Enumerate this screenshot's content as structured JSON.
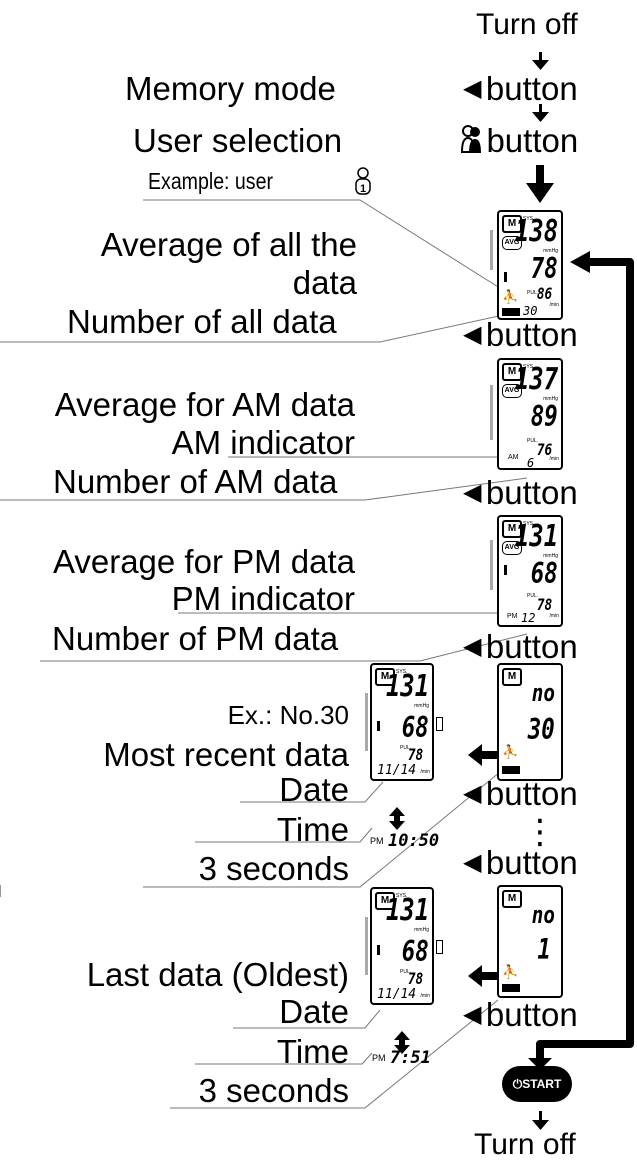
{
  "right_column": {
    "turn_off_top": "Turn off",
    "button_label": "button",
    "left_button_glyph": "◀",
    "user_button_glyph": "👤",
    "dots": "⋮",
    "start_label": "START",
    "turn_off_bottom": "Turn off"
  },
  "labels": {
    "memory_mode": "Memory mode",
    "user_selection": "User selection",
    "example_user": "Example: user",
    "avg_all_1": "Average of all the",
    "avg_all_2": "data",
    "number_all": "Number of all data",
    "avg_am": "Average for AM data",
    "am_indicator": "AM indicator",
    "number_am": "Number of AM data",
    "avg_pm": "Average for PM data",
    "pm_indicator": "PM indicator",
    "number_pm": "Number of PM data",
    "ex_no": "Ex.: No.30",
    "most_recent": "Most recent data",
    "date1": "Date",
    "time1": "Time",
    "sec1": "3 seconds",
    "last_data": "Last data (Oldest)",
    "date2": "Date",
    "time2": "Time",
    "sec2": "3 seconds"
  },
  "displays": {
    "all": {
      "m": "M",
      "avg": "AVG",
      "sys": "138",
      "dia": "78",
      "pul": "86",
      "count": "30",
      "sys_lbl": "SYS.",
      "mmhg": "mmHg",
      "pul_lbl": "PUL.",
      "min_lbl": "/min"
    },
    "am": {
      "m": "M",
      "avg": "AVG",
      "sys": "137",
      "dia": "89",
      "pul": "76",
      "count": "6",
      "ind": "AM",
      "sys_lbl": "SYS.",
      "mmhg": "mmHg",
      "pul_lbl": "PUL.",
      "min_lbl": "/min"
    },
    "pm": {
      "m": "M",
      "avg": "AVG",
      "sys": "131",
      "dia": "68",
      "pul": "78",
      "count": "12",
      "ind": "PM",
      "sys_lbl": "SYS.",
      "mmhg": "mmHg",
      "pul_lbl": "PUL.",
      "min_lbl": "/min"
    },
    "recent": {
      "m": "M",
      "sys": "131",
      "dia": "68",
      "pul": "78",
      "date": "11/14",
      "time": "10:50",
      "ampm": "PM",
      "sys_lbl": "SYS.",
      "mmhg": "mmHg",
      "pul_lbl": "PUL.",
      "min_lbl": "/min"
    },
    "no30": {
      "m": "M",
      "no": "no",
      "num": "30"
    },
    "oldest": {
      "m": "M",
      "sys": "131",
      "dia": "68",
      "pul": "78",
      "date": "11/14",
      "time": "7:51",
      "ampm": "PM",
      "sys_lbl": "SYS.",
      "mmhg": "mmHg",
      "pul_lbl": "PUL.",
      "min_lbl": "/min"
    },
    "no1": {
      "m": "M",
      "no": "no",
      "num": "1"
    }
  }
}
